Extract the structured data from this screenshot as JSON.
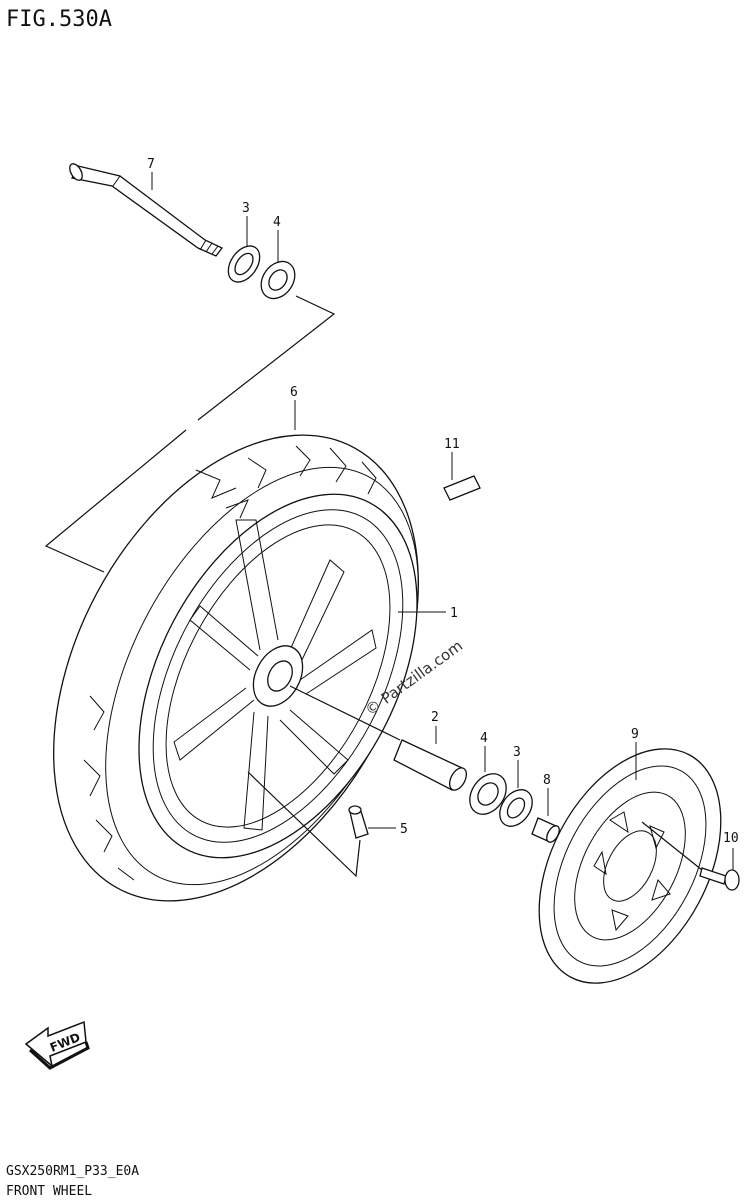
{
  "figure": {
    "title": "FIG.530A",
    "code": "GSX250RM1_P33_E0A",
    "subtitle": "FRONT WHEEL"
  },
  "watermark": "© Partzilla.com",
  "fwd_label": "FWD",
  "callouts": {
    "c1": "1",
    "c2": "2",
    "c3a": "3",
    "c3b": "3",
    "c4a": "4",
    "c4b": "4",
    "c5": "5",
    "c6": "6",
    "c7": "7",
    "c8": "8",
    "c9": "9",
    "c10": "10",
    "c11": "11"
  },
  "parts": [
    {
      "ref": "1",
      "name": "wheel"
    },
    {
      "ref": "2",
      "name": "spacer"
    },
    {
      "ref": "3",
      "name": "oil-seal"
    },
    {
      "ref": "4",
      "name": "bearing"
    },
    {
      "ref": "5",
      "name": "valve"
    },
    {
      "ref": "6",
      "name": "tire"
    },
    {
      "ref": "7",
      "name": "axle"
    },
    {
      "ref": "8",
      "name": "collar"
    },
    {
      "ref": "9",
      "name": "brake-disc"
    },
    {
      "ref": "10",
      "name": "disc-bolt"
    },
    {
      "ref": "11",
      "name": "balance-weight"
    }
  ]
}
